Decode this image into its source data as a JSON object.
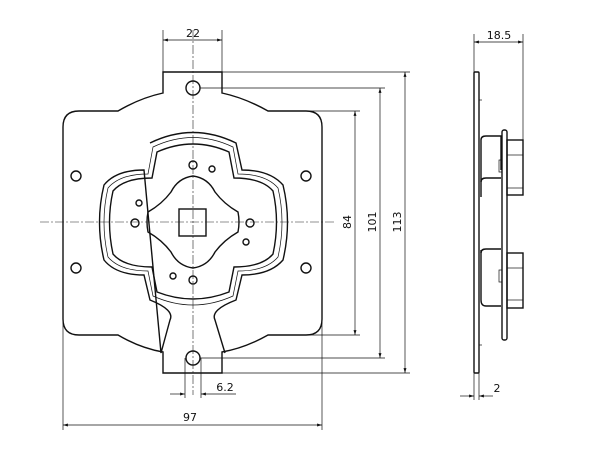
{
  "dimensions": {
    "tab_width": "22",
    "body_height": "84",
    "hole_spacing": "101",
    "overall_height": "113",
    "overall_width": "97",
    "slot_width": "6.2",
    "side_depth": "18.5",
    "plate_thickness": "2"
  }
}
